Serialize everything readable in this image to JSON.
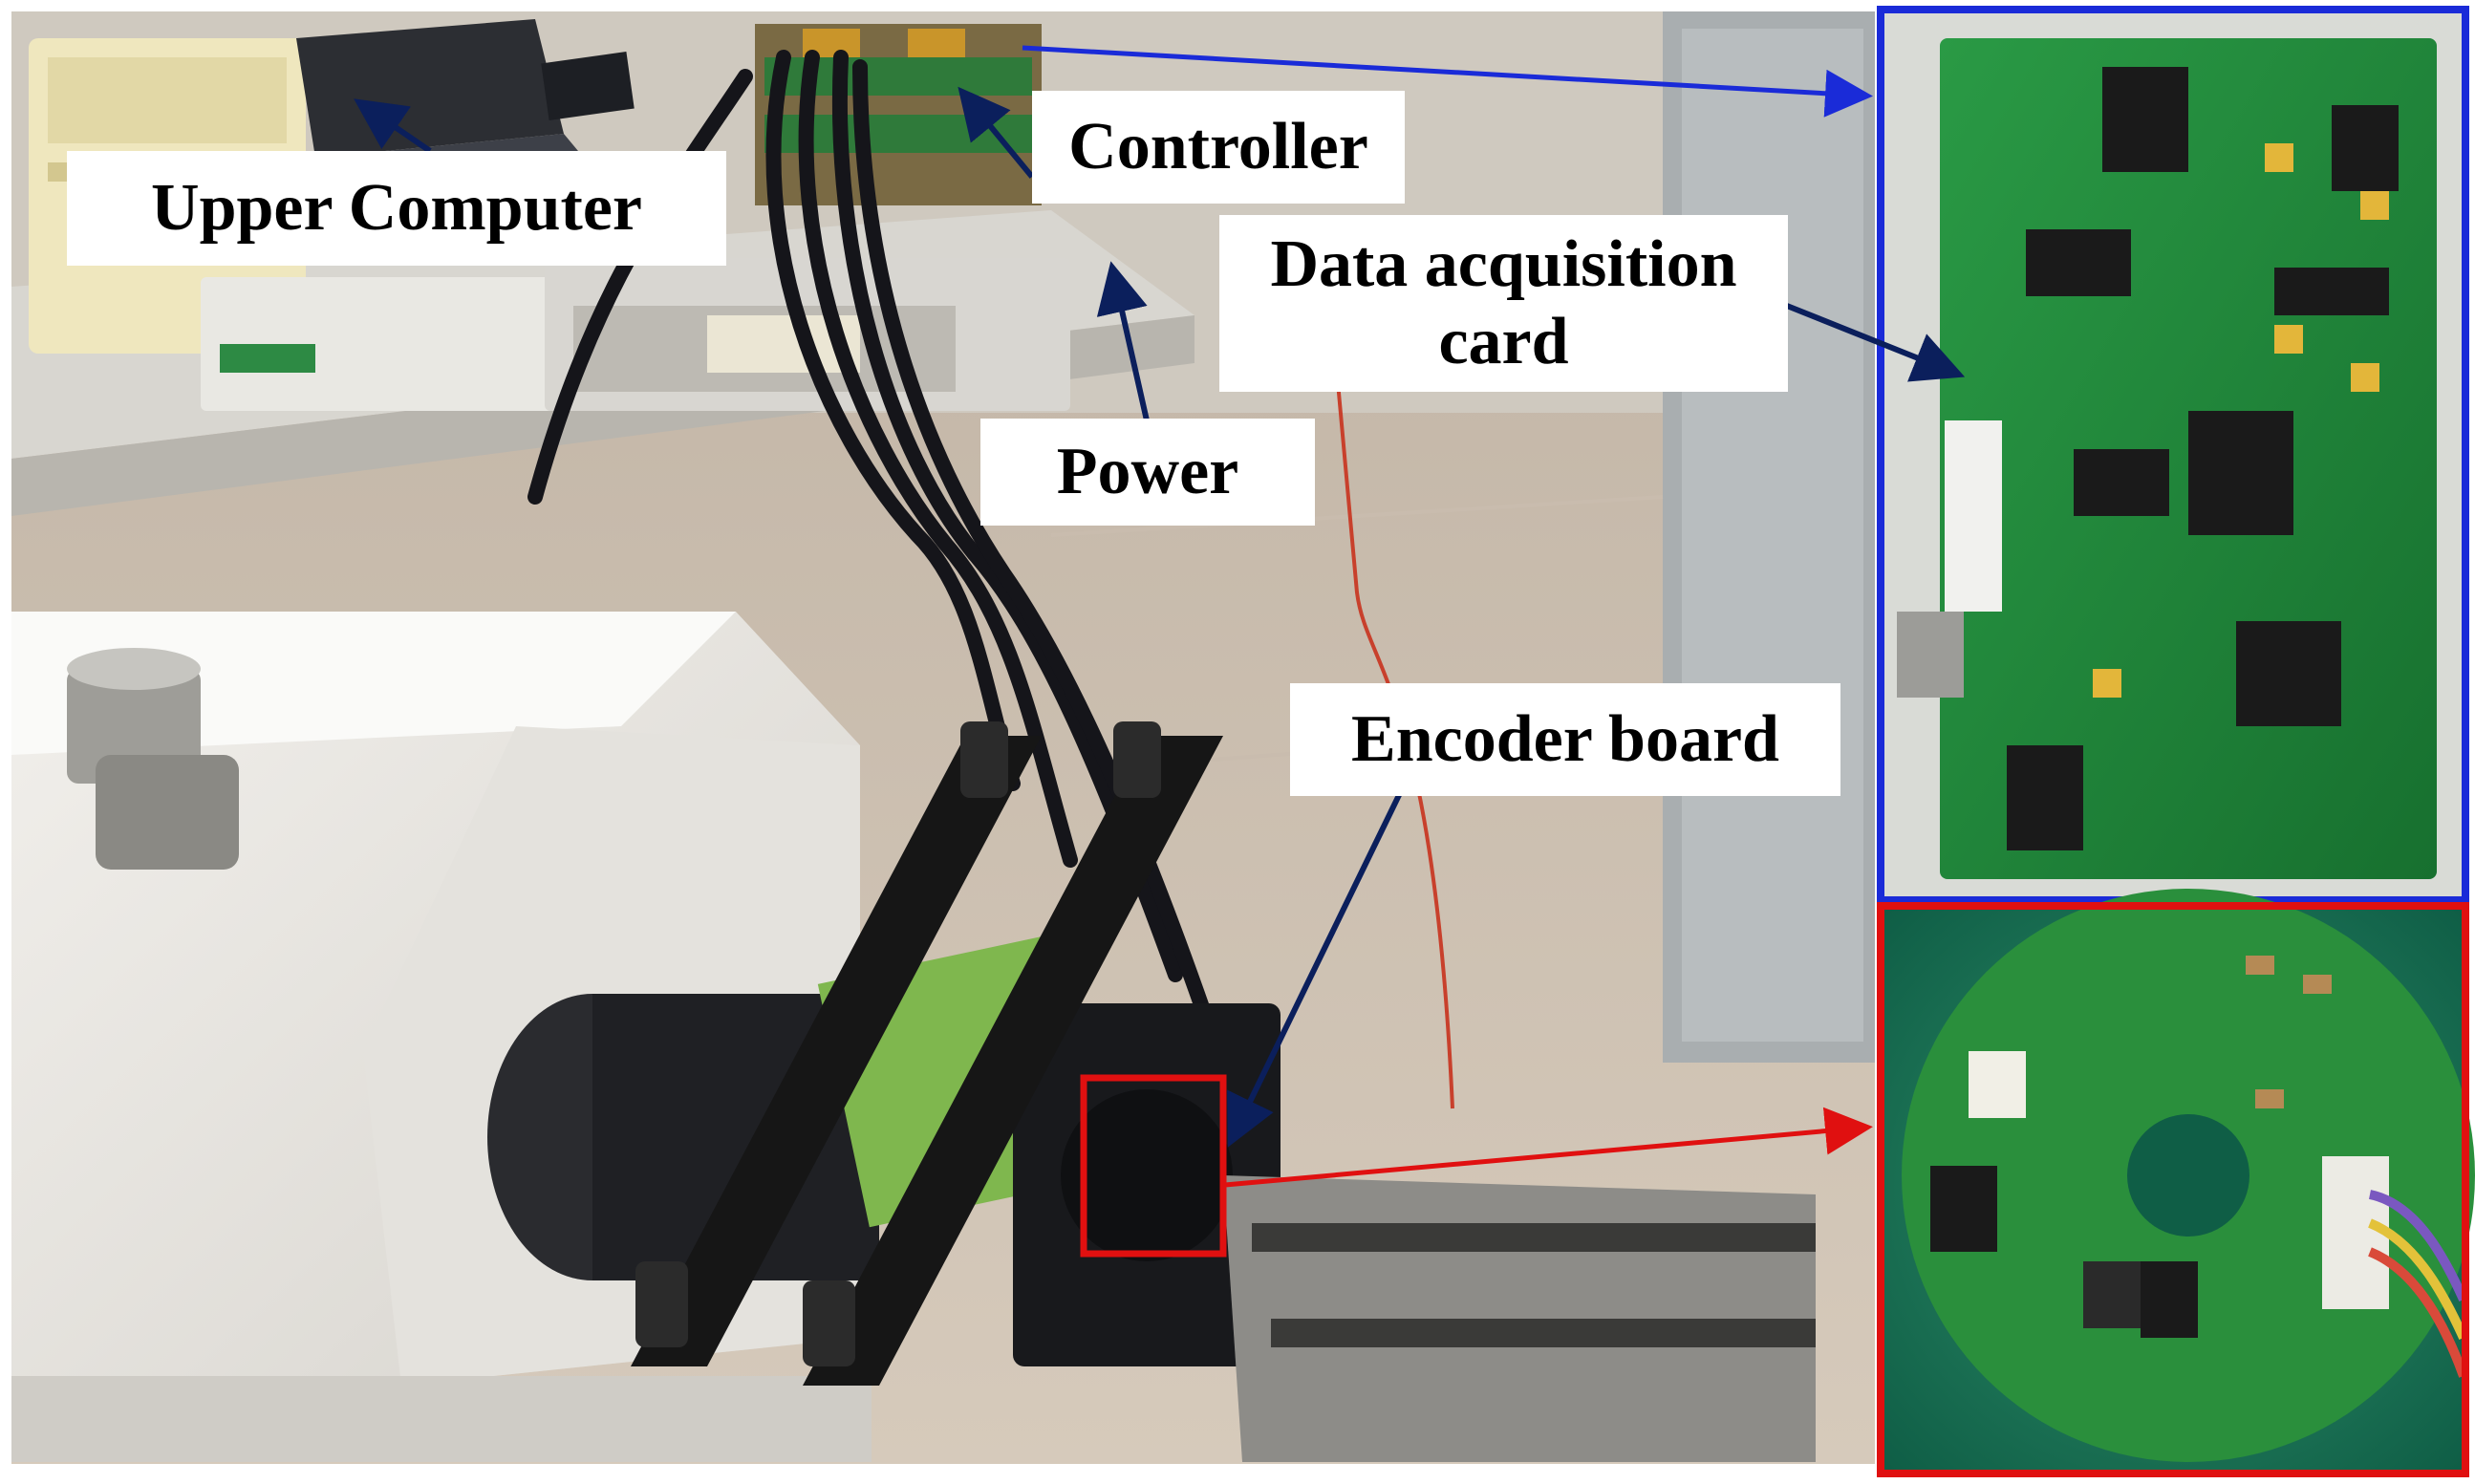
{
  "labels": {
    "upper_computer": "Upper Computer",
    "controller": "Controller",
    "data_acquisition_card_line1": "Data acquisition",
    "data_acquisition_card_line2": "card",
    "power": "Power",
    "encoder_board": "Encoder board"
  },
  "colors": {
    "annotation_arrow": "#0b1f5c",
    "daq_highlight": "#1a2bd8",
    "encoder_highlight": "#e01010",
    "pcb_green": "#1f8a3a"
  }
}
